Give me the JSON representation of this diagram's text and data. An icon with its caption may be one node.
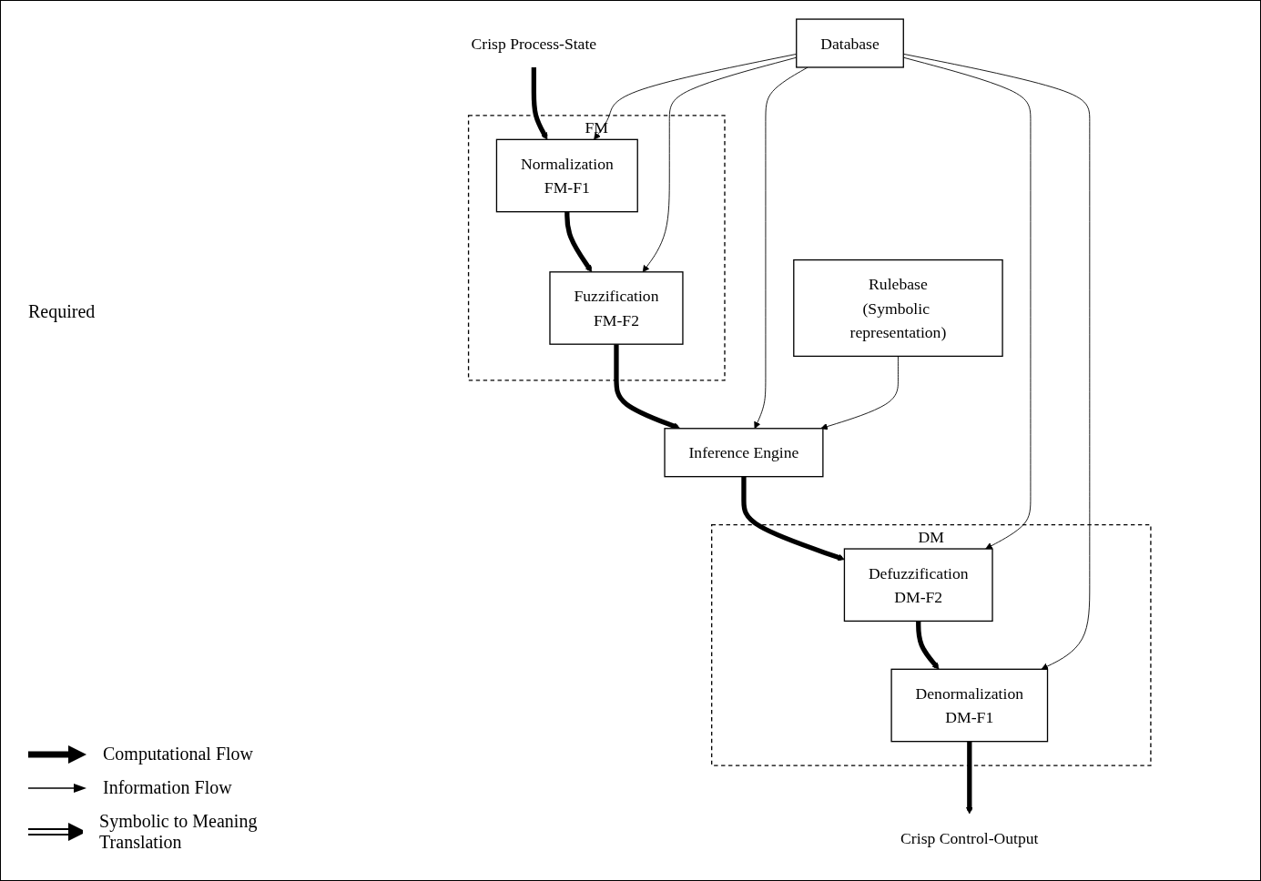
{
  "diagram": {
    "nodes": [
      {
        "text": [
          "FM"
        ]
      },
      {
        "text": [
          "Normalization",
          "FM-F1"
        ],
        "in": 0
      },
      {
        "text": [
          "Fuzzification",
          "FM-F2"
        ],
        "in": 0
      },
      {
        "text": [
          "Inference Engine"
        ]
      },
      {
        "text": [
          "DM"
        ]
      },
      {
        "text": [
          "Denormalization",
          "DM-F1"
        ],
        "in": 4
      },
      {
        "text": [
          "Defuzzification",
          "DM-F2"
        ],
        "in": 4
      },
      {
        "text": [
          "Database"
        ]
      },
      {
        "text": [
          "Rulebase",
          "(Symbolic representation)"
        ]
      },
      {
        "text": [
          "Crisp Process-State"
        ]
      },
      {
        "text": [
          "Crisp Control-Output"
        ]
      }
    ],
    "edges": [
      {
        "from": 9,
        "to": 1,
        "arrow": "to",
        "style": "thick"
      },
      {
        "from": 1,
        "to": 2,
        "arrow": "to",
        "style": "thick"
      },
      {
        "from": 2,
        "to": 3,
        "arrow": "to",
        "style": "thick"
      },
      {
        "from": 3,
        "to": 6,
        "arrow": "to",
        "style": "thick"
      },
      {
        "from": 6,
        "to": 5,
        "arrow": "to",
        "style": "thick"
      },
      {
        "from": 5,
        "to": 10,
        "arrow": "to",
        "style": "thick"
      },
      {
        "from": 7,
        "to": 1,
        "arrow": "to"
      },
      {
        "from": 7,
        "to": 2,
        "arrow": "to"
      },
      {
        "from": 7,
        "to": 3,
        "arrow": "to"
      },
      {
        "from": 7,
        "to": 5,
        "arrow": "to"
      },
      {
        "from": 7,
        "to": 6,
        "arrow": "to"
      },
      {
        "from": 8,
        "to": 3,
        "arrow": "to"
      }
    ],
    "labels": [
      "Required"
    ],
    "legend": [
      {
        "text": "Computational Flow"
      },
      {
        "text": "Information Flow"
      },
      {
        "text": "Symbolic to Meaning Translation"
      }
    ]
  }
}
